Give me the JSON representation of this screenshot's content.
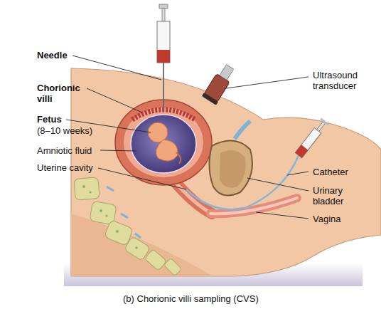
{
  "diagram": {
    "caption": "(b) Chorionic villi sampling (CVS)",
    "labels": [
      "Needle",
      "Chorionic villi",
      "Fetus",
      "(8–10 weeks)",
      "Amniotic fluid",
      "Uterine cavity",
      "Ultrasound transducer",
      "Catheter",
      "Urinary bladder",
      "Vagina"
    ]
  }
}
